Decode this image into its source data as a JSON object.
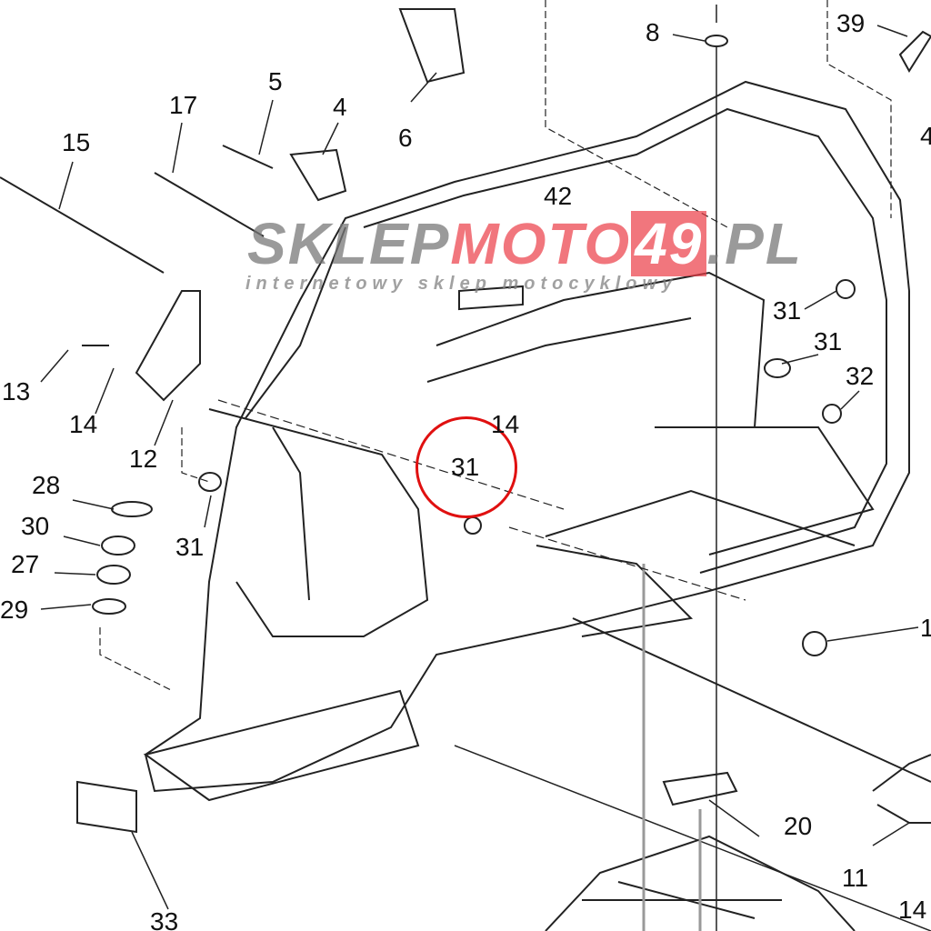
{
  "diagram": {
    "title": "Frame exploded parts diagram",
    "highlight_color": "#e01010",
    "callouts": [
      "15",
      "17",
      "5",
      "4",
      "6",
      "8",
      "39",
      "4",
      "42",
      "31",
      "31",
      "32",
      "14",
      "31",
      "13",
      "14",
      "12",
      "28",
      "30",
      "27",
      "29",
      "31",
      "33",
      "20",
      "11",
      "14",
      "1"
    ]
  },
  "watermark": {
    "part1": "SKLEP",
    "part2": "MOTO",
    "part3": "49",
    "part4": ".PL",
    "tagline": "internetowy sklep motocyklowy"
  }
}
